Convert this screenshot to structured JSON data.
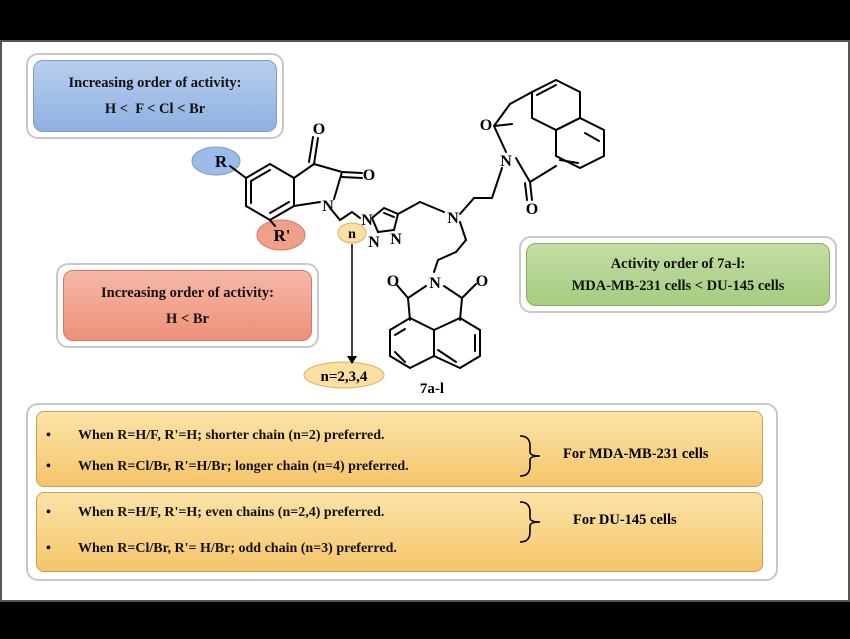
{
  "activity_halogen": {
    "title": "Increasing order of activity:",
    "order": "H <  F < Cl < Br"
  },
  "activity_rprime": {
    "title": "Increasing order of activity:",
    "order": "H < Br"
  },
  "activity_cells": {
    "title": "Activity order of 7a-l:",
    "order": "MDA-MB-231 cells < DU-145 cells"
  },
  "structure": {
    "substituent_r": "R",
    "substituent_rprime": "R'",
    "chain_label": "n",
    "chain_values": "n=2,3,4",
    "compound_label": "7a-l",
    "atom_o": "O",
    "atom_n": "N"
  },
  "sar": {
    "mda": {
      "target": "For MDA-MB-231 cells",
      "items": [
        "When R=H/F, R'=H; shorter chain (n=2) preferred.",
        "When R=Cl/Br, R'=H/Br; longer chain (n=4) preferred."
      ]
    },
    "du": {
      "target": "For DU-145 cells",
      "items": [
        "When R=H/F, R'=H; even chains (n=2,4) preferred.",
        "When R=Cl/Br, R'= H/Br; odd chain (n=3) preferred."
      ]
    },
    "bullet": "•"
  },
  "colors": {
    "blue": "#8fb0e0",
    "red": "#ee9078",
    "green": "#a6cc80",
    "orange": "#f5c56a"
  }
}
